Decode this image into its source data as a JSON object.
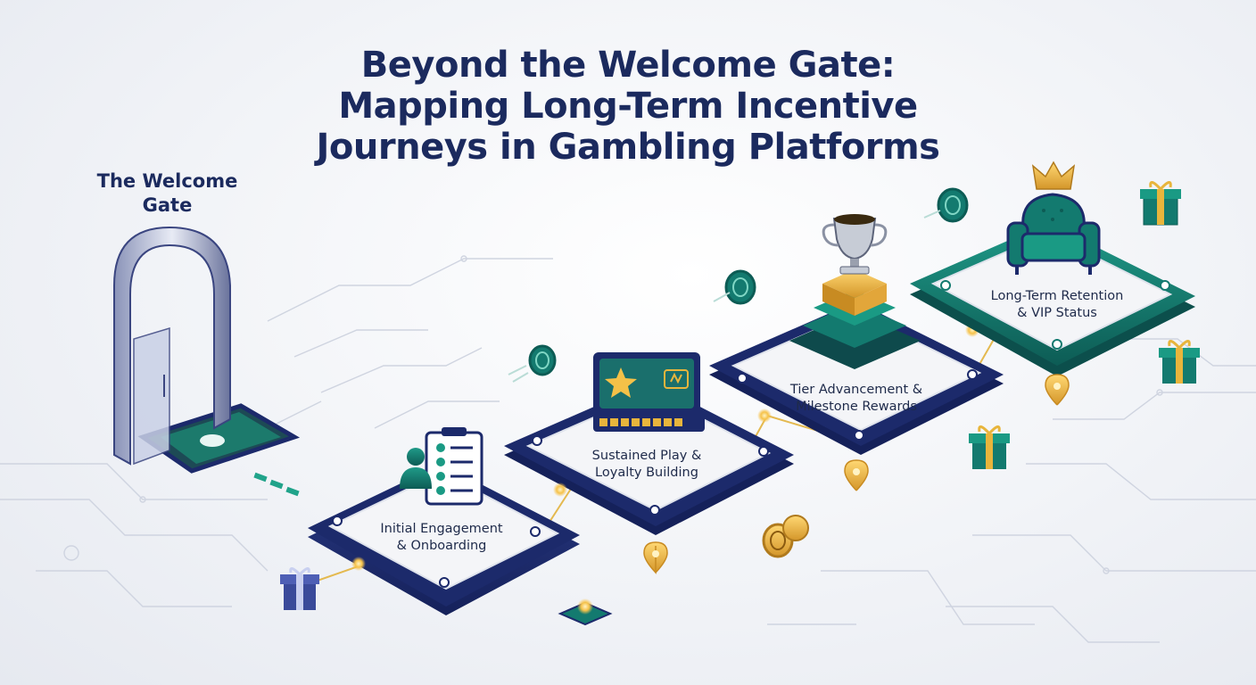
{
  "title": {
    "line1": "Beyond the Welcome Gate:",
    "line2": "Mapping Long-Term Incentive",
    "line3": "Journeys in Gambling Platforms"
  },
  "gate": {
    "label_line1": "The Welcome",
    "label_line2": "Gate"
  },
  "stages": [
    {
      "line1": "Initial Engagement",
      "line2": "& Onboarding"
    },
    {
      "line1": "Sustained Play &",
      "line2": "Loyalty Building"
    },
    {
      "line1": "Tier Advancement &",
      "line2": "Milestone Rewards"
    },
    {
      "line1": "Long-Term Retention",
      "line2": "& VIP Status"
    }
  ],
  "icons": [
    "gate-arch-icon",
    "checklist-icon",
    "person-icon",
    "loyalty-card-icon",
    "star-icon",
    "trophy-icon",
    "podium-icon",
    "vip-armchair-icon",
    "crown-icon",
    "gift-icon",
    "chip-coin-icon",
    "location-pin-icon"
  ],
  "colors": {
    "title": "#1b2a5e",
    "track_navy": "#1c2a6b",
    "teal": "#137a6f",
    "gold": "#e8b53c",
    "platform": "#f4f5f8"
  }
}
